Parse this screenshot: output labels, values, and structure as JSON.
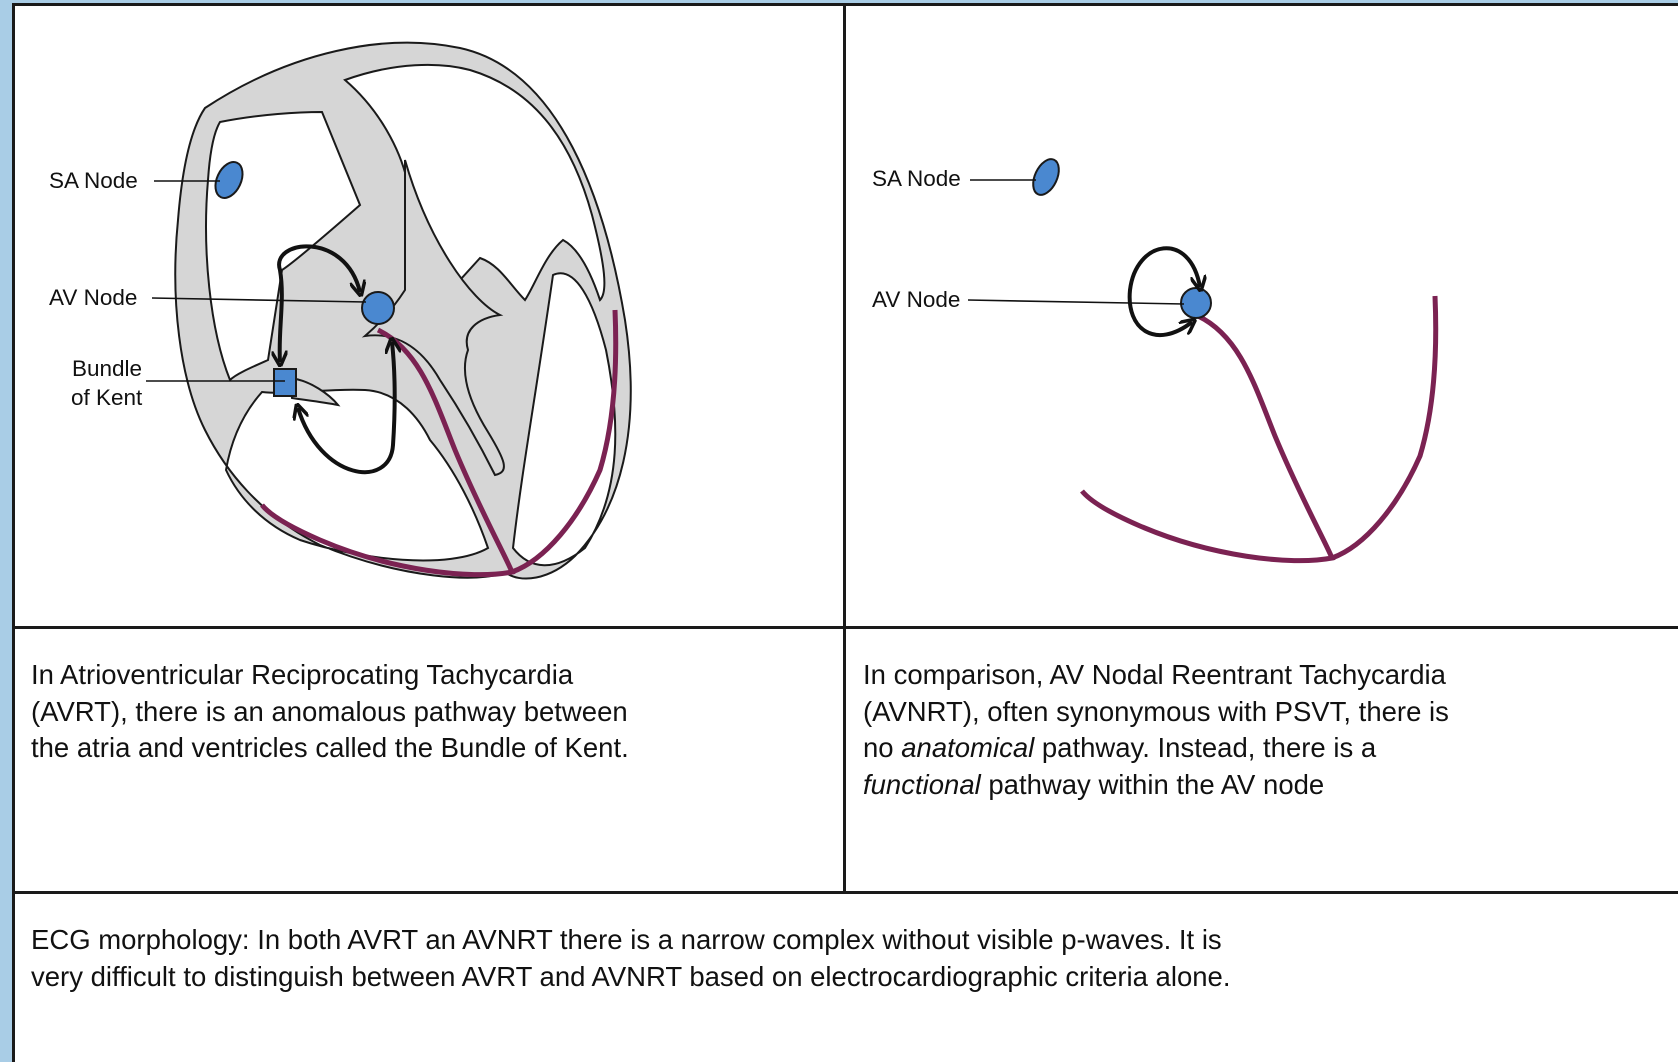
{
  "left_panel": {
    "labels": {
      "sa_node": "SA Node",
      "av_node": "AV Node",
      "bundle_line1": "Bundle",
      "bundle_line2": "of Kent"
    },
    "caption": "In Atrioventricular Reciprocating Tachycardia (AVRT), there is an anomalous pathway between the atria and ventricles called the Bundle of Kent."
  },
  "right_panel": {
    "labels": {
      "sa_node": "SA Node",
      "av_node": "AV Node"
    },
    "caption": {
      "part1": "In comparison, AV Nodal Reentrant Tachycardia (AVNRT), often synonymous with PSVT, there is no ",
      "emph1": "anatomical",
      "part2": " pathway. Instead, there is a ",
      "emph2": "functional",
      "part3": " pathway within the AV node"
    }
  },
  "footer": {
    "text": "ECG morphology: In both AVRT an AVNRT there is a narrow complex without visible p-waves. It is very difficult to distinguish between AVRT and AVNRT based on electrocardiographic criteria alone."
  },
  "colors": {
    "border": "#1a1a1a",
    "heart_fill": "#d6d6d6",
    "node_fill": "#4a88d0",
    "conduction": "#7b2252",
    "outer_background": "#a9cde6"
  }
}
